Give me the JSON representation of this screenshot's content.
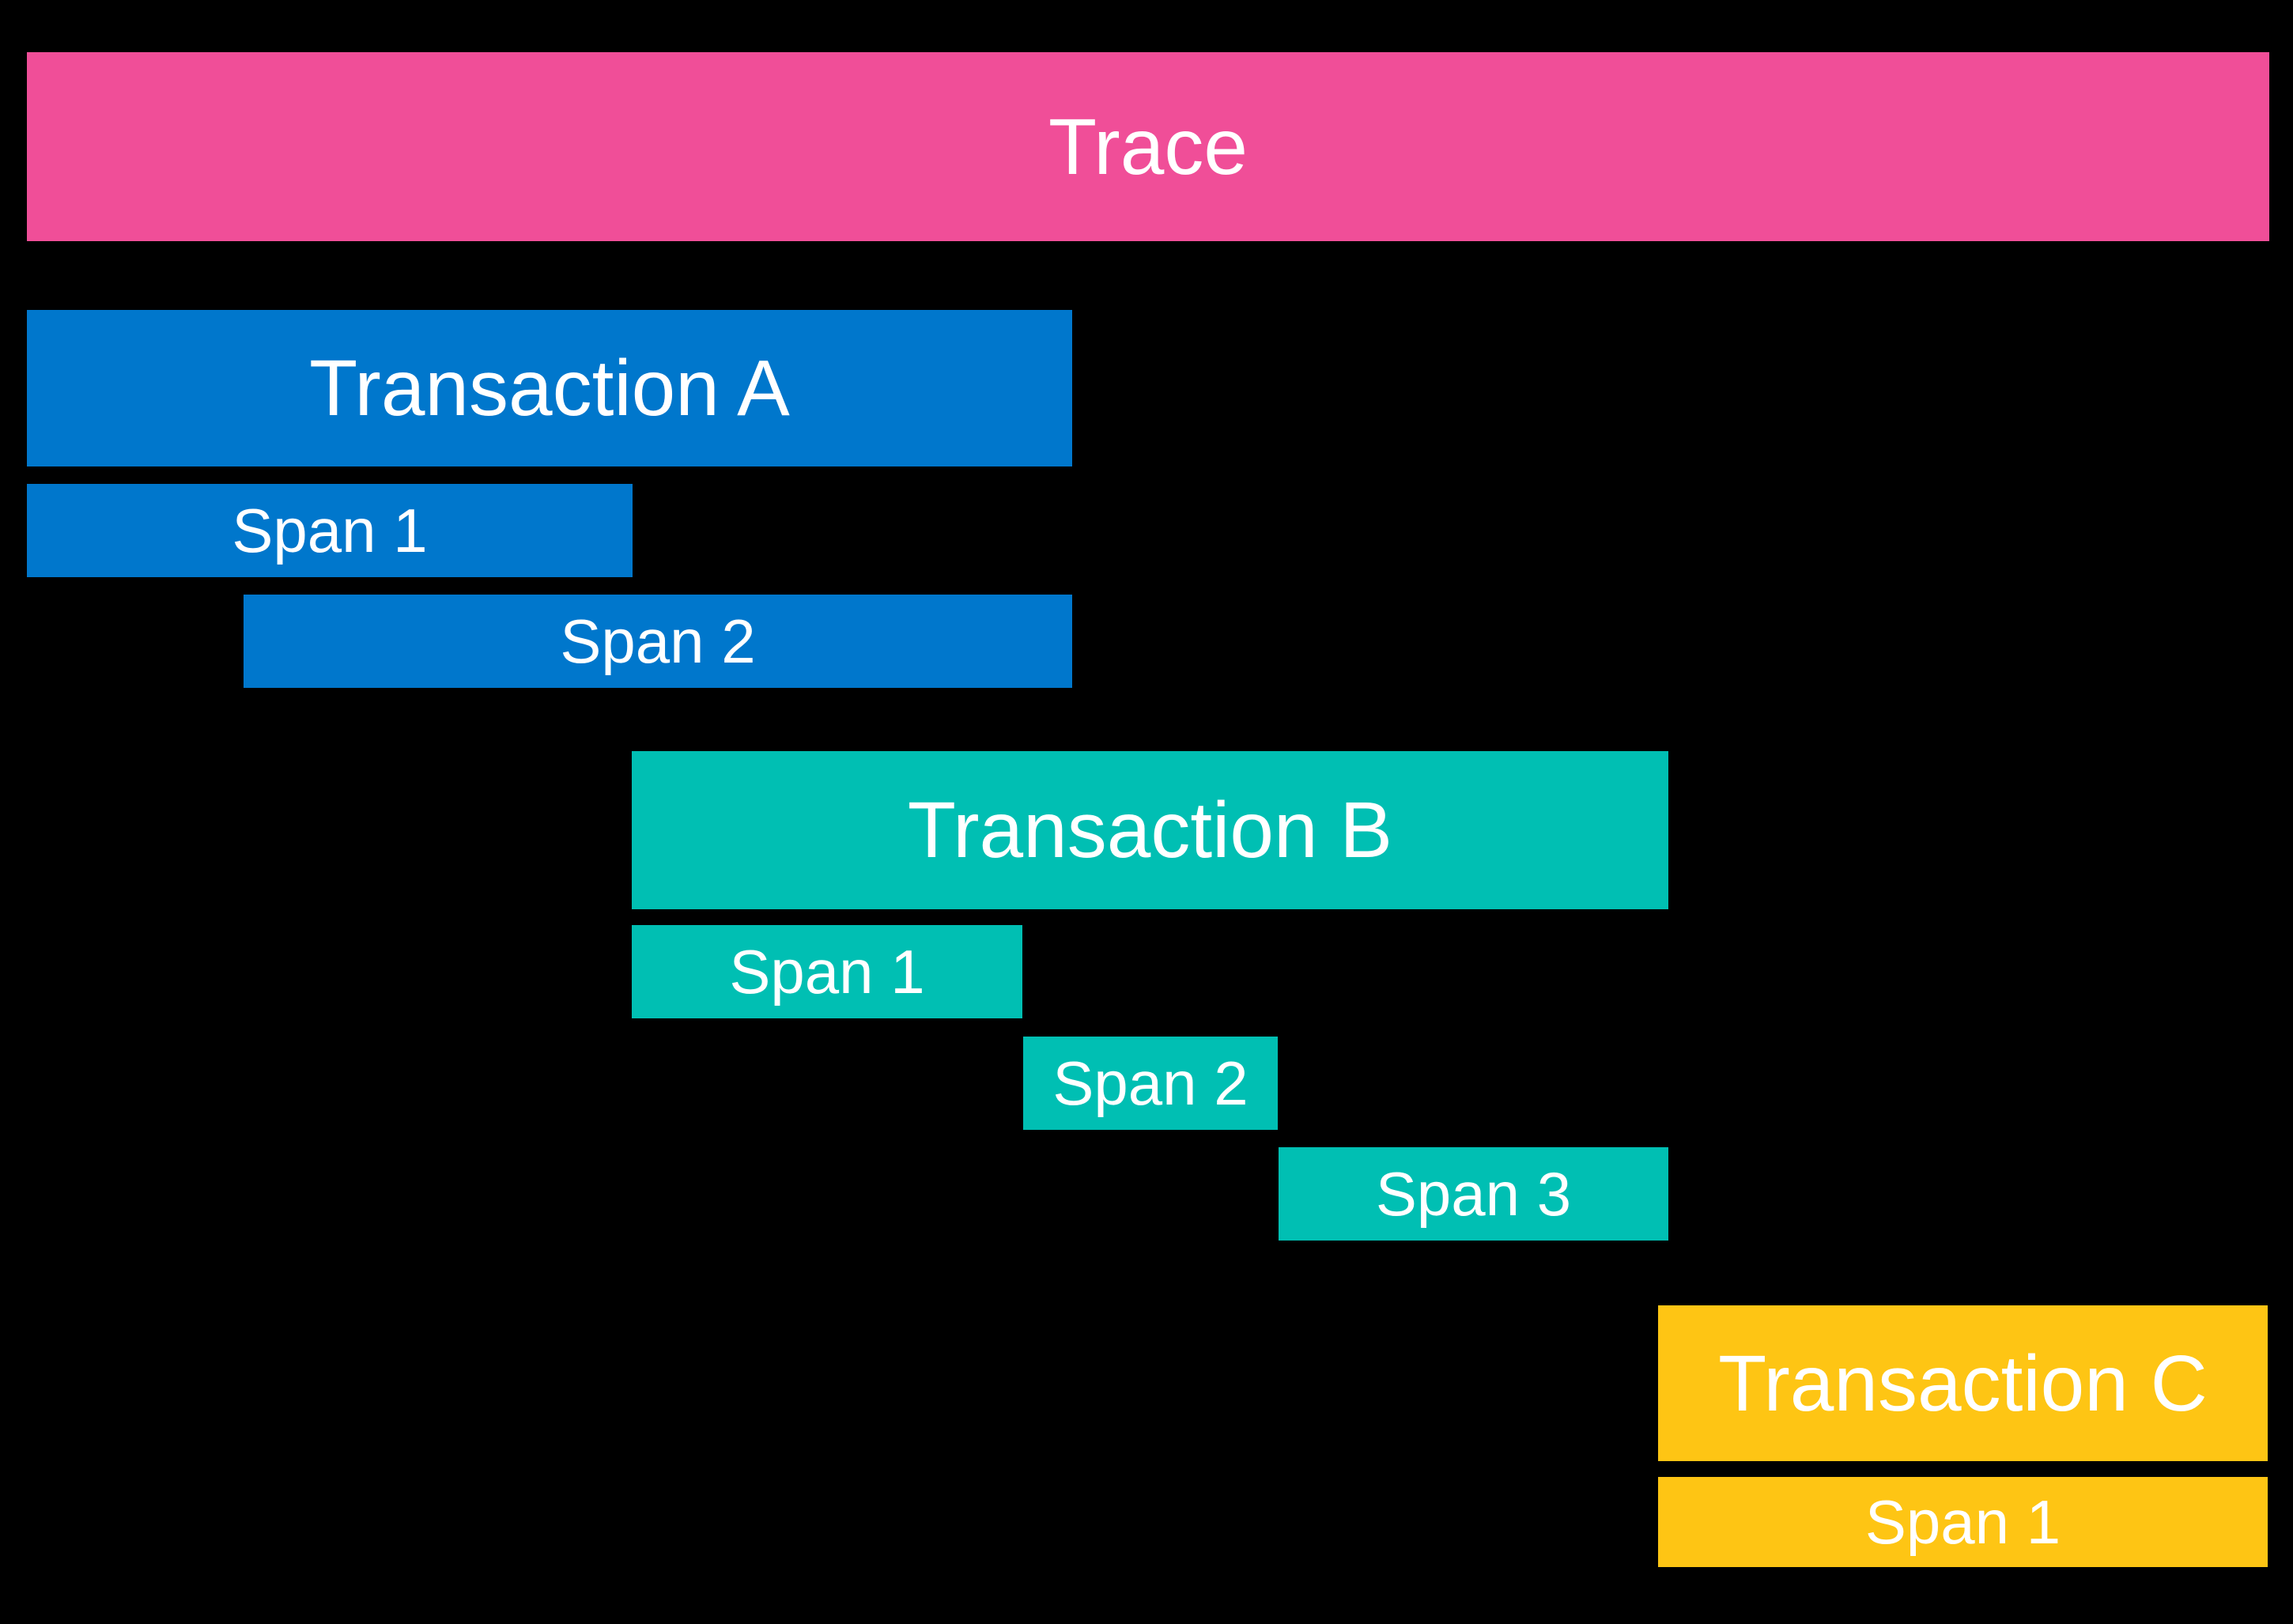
{
  "diagram": {
    "type": "distributed-trace-waterfall",
    "background": "#000000",
    "label_color": "#FFFFFF",
    "colors": {
      "trace": "#F04E98",
      "transaction_a": "#0077CC",
      "transaction_b": "#00BFB3",
      "transaction_c": "#FEC514"
    },
    "trace": {
      "label": "Trace"
    },
    "transactions": [
      {
        "label": "Transaction A",
        "spans": [
          {
            "label": "Span 1"
          },
          {
            "label": "Span 2"
          }
        ]
      },
      {
        "label": "Transaction B",
        "spans": [
          {
            "label": "Span 1"
          },
          {
            "label": "Span 2"
          },
          {
            "label": "Span 3"
          }
        ]
      },
      {
        "label": "Transaction C",
        "spans": [
          {
            "label": "Span 1"
          }
        ]
      }
    ]
  }
}
